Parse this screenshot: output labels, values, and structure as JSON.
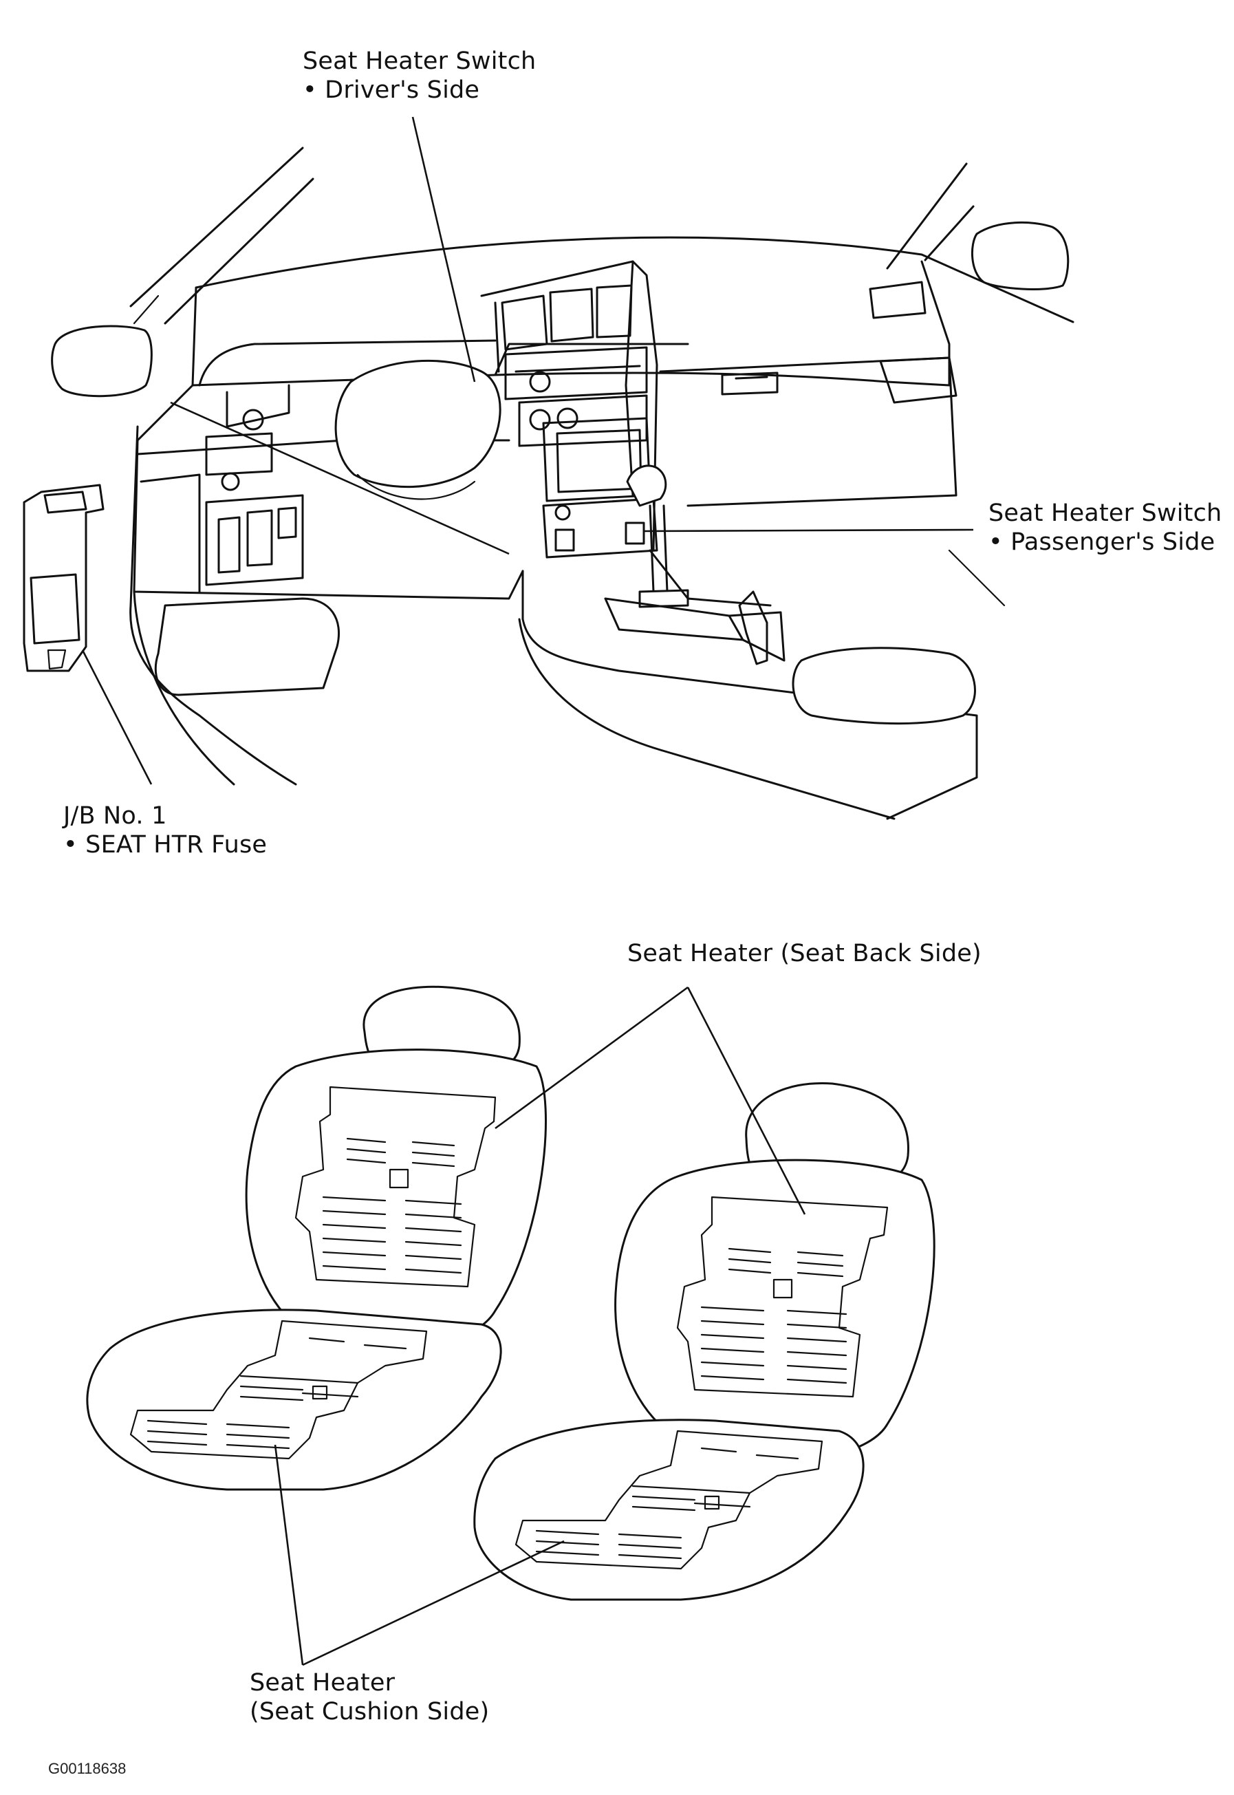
{
  "labels": {
    "switch_driver_title": "Seat Heater Switch",
    "switch_driver_sub": "• Driver's Side",
    "switch_pass_title": "Seat Heater Switch",
    "switch_pass_sub": "• Passenger's Side",
    "jb_title": "J/B No. 1",
    "jb_sub": "• SEAT HTR Fuse",
    "heater_back": "Seat Heater (Seat Back Side)",
    "heater_cushion_title": "Seat Heater",
    "heater_cushion_sub": "(Seat Cushion Side)"
  },
  "figure_id": "G00118638"
}
